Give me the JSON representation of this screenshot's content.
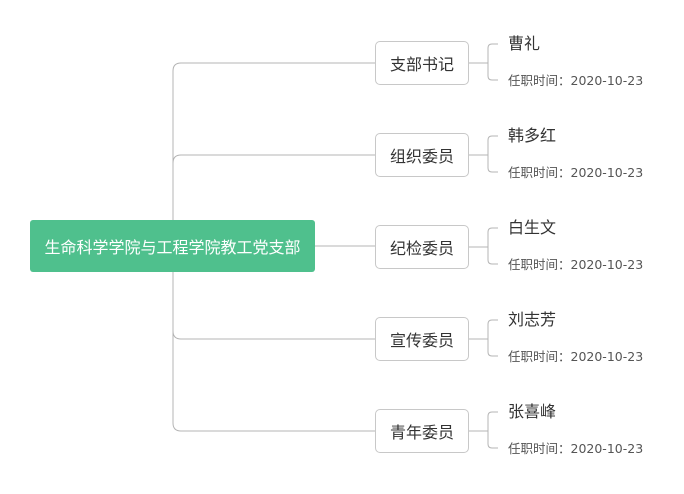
{
  "root": {
    "label": "生命科学学院与工程学院教工党支部"
  },
  "branches": [
    {
      "role": "支部书记",
      "name": "曹礼",
      "tenure": "任职时间：2020-10-23"
    },
    {
      "role": "组织委员",
      "name": "韩多红",
      "tenure": "任职时间：2020-10-23"
    },
    {
      "role": "纪检委员",
      "name": "白生文",
      "tenure": "任职时间：2020-10-23"
    },
    {
      "role": "宣传委员",
      "name": "刘志芳",
      "tenure": "任职时间：2020-10-23"
    },
    {
      "role": "青年委员",
      "name": "张喜峰",
      "tenure": "任职时间：2020-10-23"
    }
  ],
  "colors": {
    "root_fill": "#4fc08d",
    "line": "#b4b4b4",
    "box_border": "#c8c8c8"
  }
}
